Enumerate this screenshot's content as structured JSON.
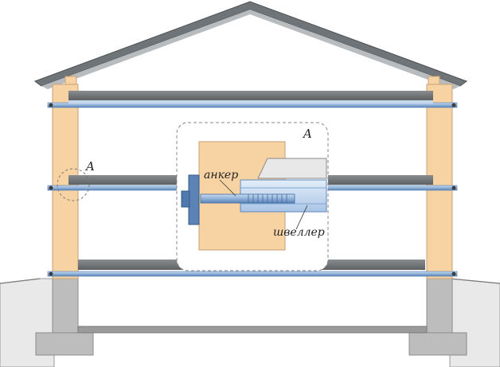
{
  "labels": {
    "detail_marker": "A",
    "inset_marker": "A",
    "anchor": "анкер",
    "channel": "швеллер"
  },
  "colors": {
    "wall": "#f7d3a3",
    "wall_stroke": "#c9a275",
    "roof": "#6f7478",
    "roof_light": "#b9bcbe",
    "floor": "#76797c",
    "rod": "#8fb1d8",
    "rod_dark": "#4f79ad",
    "foundation": "#bfbfbf",
    "ground": "#e6e6e6"
  }
}
